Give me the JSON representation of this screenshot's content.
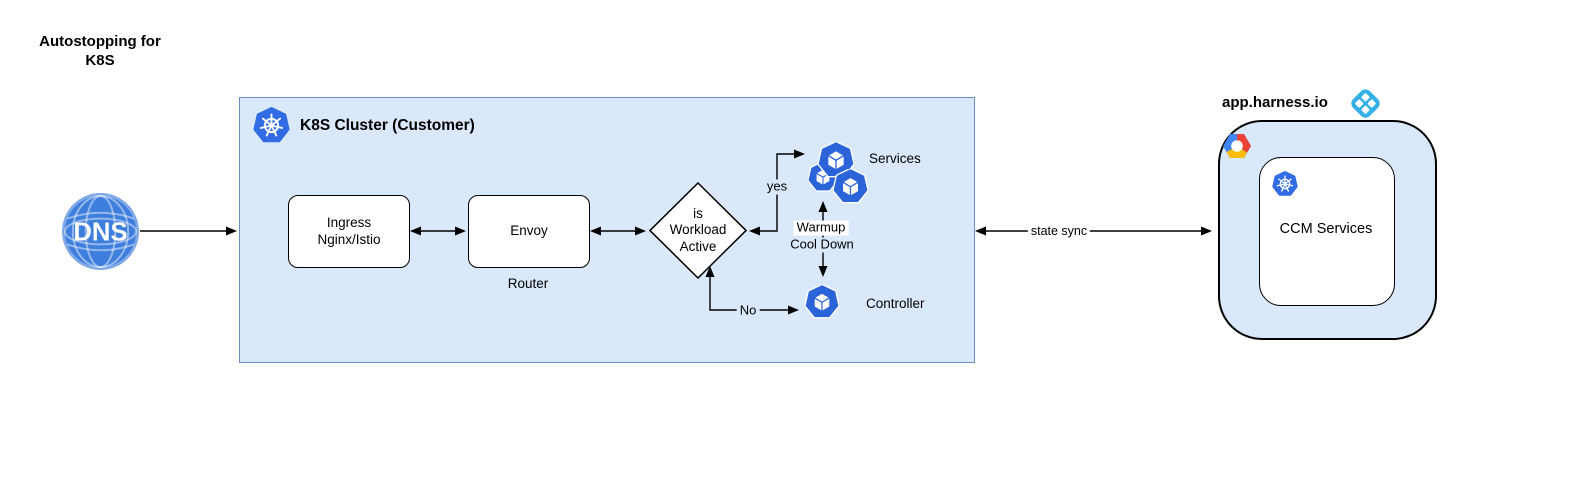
{
  "page": {
    "title": "Autostopping for\nK8S"
  },
  "dns": {
    "label": "DNS"
  },
  "cluster": {
    "title": "K8S Cluster (Customer)",
    "ingress_label": "Ingress\nNginx/Istio",
    "envoy_label": "Envoy",
    "router_caption": "Router",
    "decision_label": "is\nWorkload\nActive",
    "services_label": "Services",
    "controller_label": "Controller",
    "edge_yes": "yes",
    "edge_no": "No",
    "edge_warmup": "Warmup",
    "edge_cooldown": "Cool Down"
  },
  "sync": {
    "label": "state sync"
  },
  "harness": {
    "title": "app.harness.io",
    "ccm_label": "CCM Services"
  },
  "colors": {
    "cluster_fill": "#dae8fc",
    "cluster_border": "#6c8ebf",
    "kubernetes_blue": "#326ce5",
    "pod_blue": "#2b63d9",
    "dns_blue": "#3e7edd",
    "harness_blue": "#33b1e6",
    "gcp_red": "#ea4335",
    "gcp_yellow": "#fbbc05",
    "gcp_blue": "#4285f4"
  }
}
